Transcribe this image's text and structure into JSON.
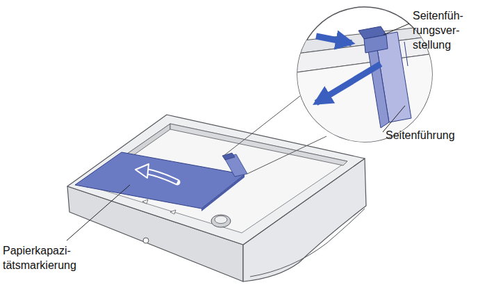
{
  "diagram": {
    "labels": [
      "Seitenfüh- rungsver- stellung",
      "Seitenführung",
      "Papierkapazi- tätsmarkierung"
    ]
  }
}
